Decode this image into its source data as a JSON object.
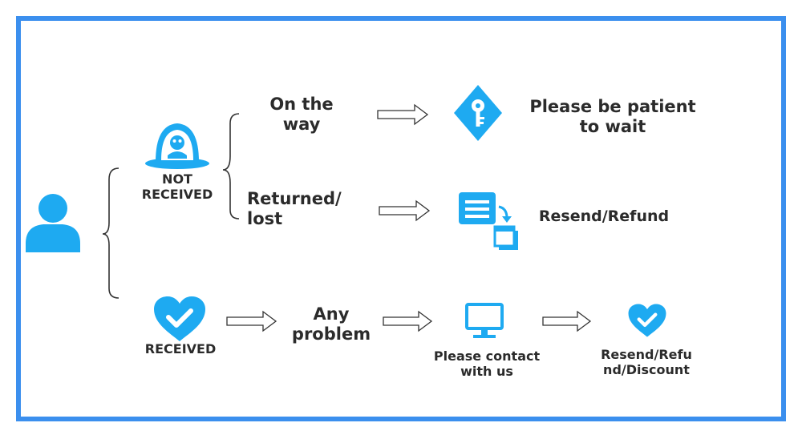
{
  "colors": {
    "frame": "#3b8fee",
    "icon": "#1eaaf1",
    "text": "#2b2b2b",
    "arrow": "#333333"
  },
  "nodes": {
    "not_received": "NOT RECEIVED",
    "received": "RECEIVED",
    "on_the_way": "On the way",
    "returned_lost": "Returned/ lost",
    "please_wait": "Please be patient to wait",
    "resend_refund": "Resend/Refund",
    "any_problem": "Any problem",
    "contact_us": "Please contact with us",
    "resend_refund_discount": "Resend/Refu nd/Discount"
  },
  "icons": {
    "user": "user-icon",
    "ufo": "ufo-icon",
    "key": "key-diamond-icon",
    "document": "document-transfer-icon",
    "heart_received": "heart-check-icon",
    "monitor": "monitor-icon",
    "heart_result": "heart-check-icon"
  }
}
